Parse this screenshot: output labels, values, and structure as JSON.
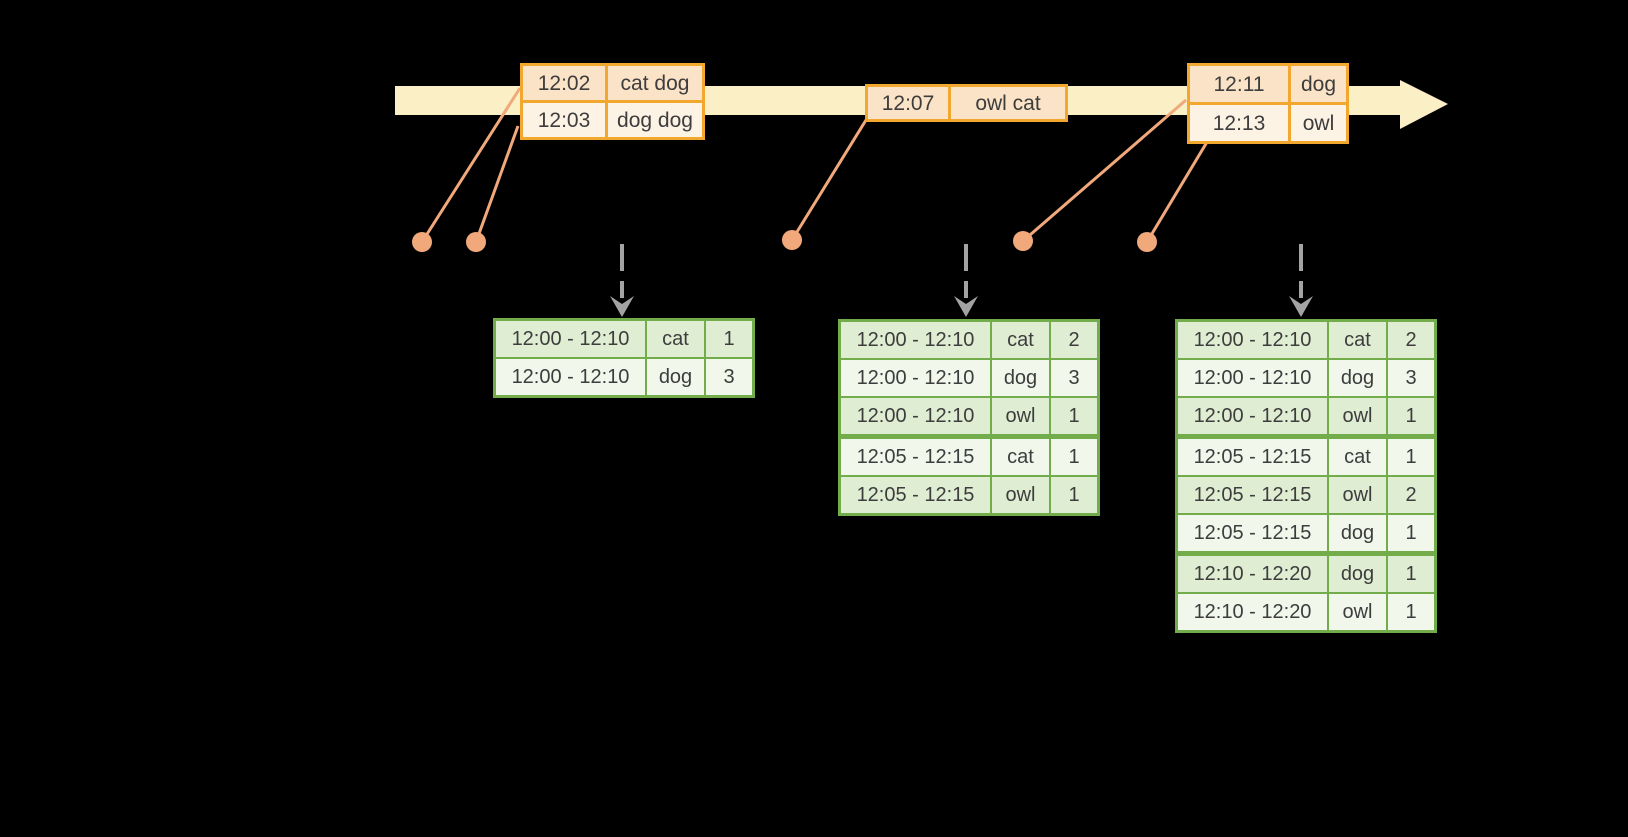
{
  "colors": {
    "background": "#000000",
    "timeline_band": "#FAEFC5",
    "event_table_border": "#F2A72E",
    "event_row_dark": "#FAE3C6",
    "event_row_light": "#FDF3E5",
    "connector_salmon": "#F1A97C",
    "result_table_border": "#73AC4B",
    "result_row_dark": "#DFEDD2",
    "result_row_light": "#F1F7EB",
    "trigger_arrow_gray": "#A3A3A3",
    "text": "#3D3D3D"
  },
  "icons": {
    "timeline_arrow": "right-arrow",
    "trigger_arrows": "dashed-down-arrow"
  },
  "event_tables": [
    {
      "rows": [
        {
          "time": "12:02",
          "words": "cat dog"
        },
        {
          "time": "12:03",
          "words": "dog dog"
        }
      ]
    },
    {
      "rows": [
        {
          "time": "12:07",
          "words": "owl cat"
        }
      ]
    },
    {
      "rows": [
        {
          "time": "12:11",
          "words": "dog"
        },
        {
          "time": "12:13",
          "words": "owl"
        }
      ]
    }
  ],
  "result_tables": [
    {
      "group_breaks": [],
      "rows": [
        {
          "window": "12:00 - 12:10",
          "word": "cat",
          "count": "1"
        },
        {
          "window": "12:00 - 12:10",
          "word": "dog",
          "count": "3"
        }
      ]
    },
    {
      "group_breaks": [
        3
      ],
      "rows": [
        {
          "window": "12:00 - 12:10",
          "word": "cat",
          "count": "2"
        },
        {
          "window": "12:00 - 12:10",
          "word": "dog",
          "count": "3"
        },
        {
          "window": "12:00 - 12:10",
          "word": "owl",
          "count": "1"
        },
        {
          "window": "12:05 - 12:15",
          "word": "cat",
          "count": "1"
        },
        {
          "window": "12:05 - 12:15",
          "word": "owl",
          "count": "1"
        }
      ]
    },
    {
      "group_breaks": [
        3,
        6
      ],
      "rows": [
        {
          "window": "12:00 - 12:10",
          "word": "cat",
          "count": "2"
        },
        {
          "window": "12:00 - 12:10",
          "word": "dog",
          "count": "3"
        },
        {
          "window": "12:00 - 12:10",
          "word": "owl",
          "count": "1"
        },
        {
          "window": "12:05 - 12:15",
          "word": "cat",
          "count": "1"
        },
        {
          "window": "12:05 - 12:15",
          "word": "owl",
          "count": "2"
        },
        {
          "window": "12:05 - 12:15",
          "word": "dog",
          "count": "1"
        },
        {
          "window": "12:10 - 12:20",
          "word": "dog",
          "count": "1"
        },
        {
          "window": "12:10 - 12:20",
          "word": "owl",
          "count": "1"
        }
      ]
    }
  ]
}
